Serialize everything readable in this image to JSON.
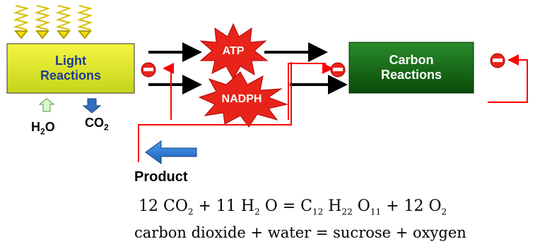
{
  "boxes": {
    "light": {
      "line1": "Light",
      "line2": "Reactions"
    },
    "carbon": {
      "line1": "Carbon",
      "line2": "Reactions"
    }
  },
  "bursts": {
    "atp": "ATP",
    "nadph": "NADPH"
  },
  "labels": {
    "water": {
      "base": "H",
      "sub": "2",
      "tail": "O"
    },
    "co2": {
      "base": "CO",
      "sub": "2"
    },
    "product": "Product"
  },
  "equation": {
    "t1": "12 CO",
    "s1": "2",
    "t2": " + 11 H",
    "s2": "2",
    "t3": " O = C",
    "s3": "12",
    "t4": " H",
    "s4": "22",
    "t5": " O",
    "s5": "11",
    "t6": " + 12 O",
    "s6": "2"
  },
  "word_equation": "carbon dioxide + water = sucrose + oxygen",
  "colors": {
    "light_box_top": "#f7f542",
    "light_box_bottom": "#c8d81a",
    "carbon_box_top": "#1e7a1e",
    "carbon_box_bottom": "#0a4a0a",
    "burst": "#e8241a",
    "feedback": "#ff0000",
    "product_arrow": "#2f7fd8",
    "water_arrow": "#d9f7c8",
    "co2_arrow": "#2f6fc0"
  }
}
